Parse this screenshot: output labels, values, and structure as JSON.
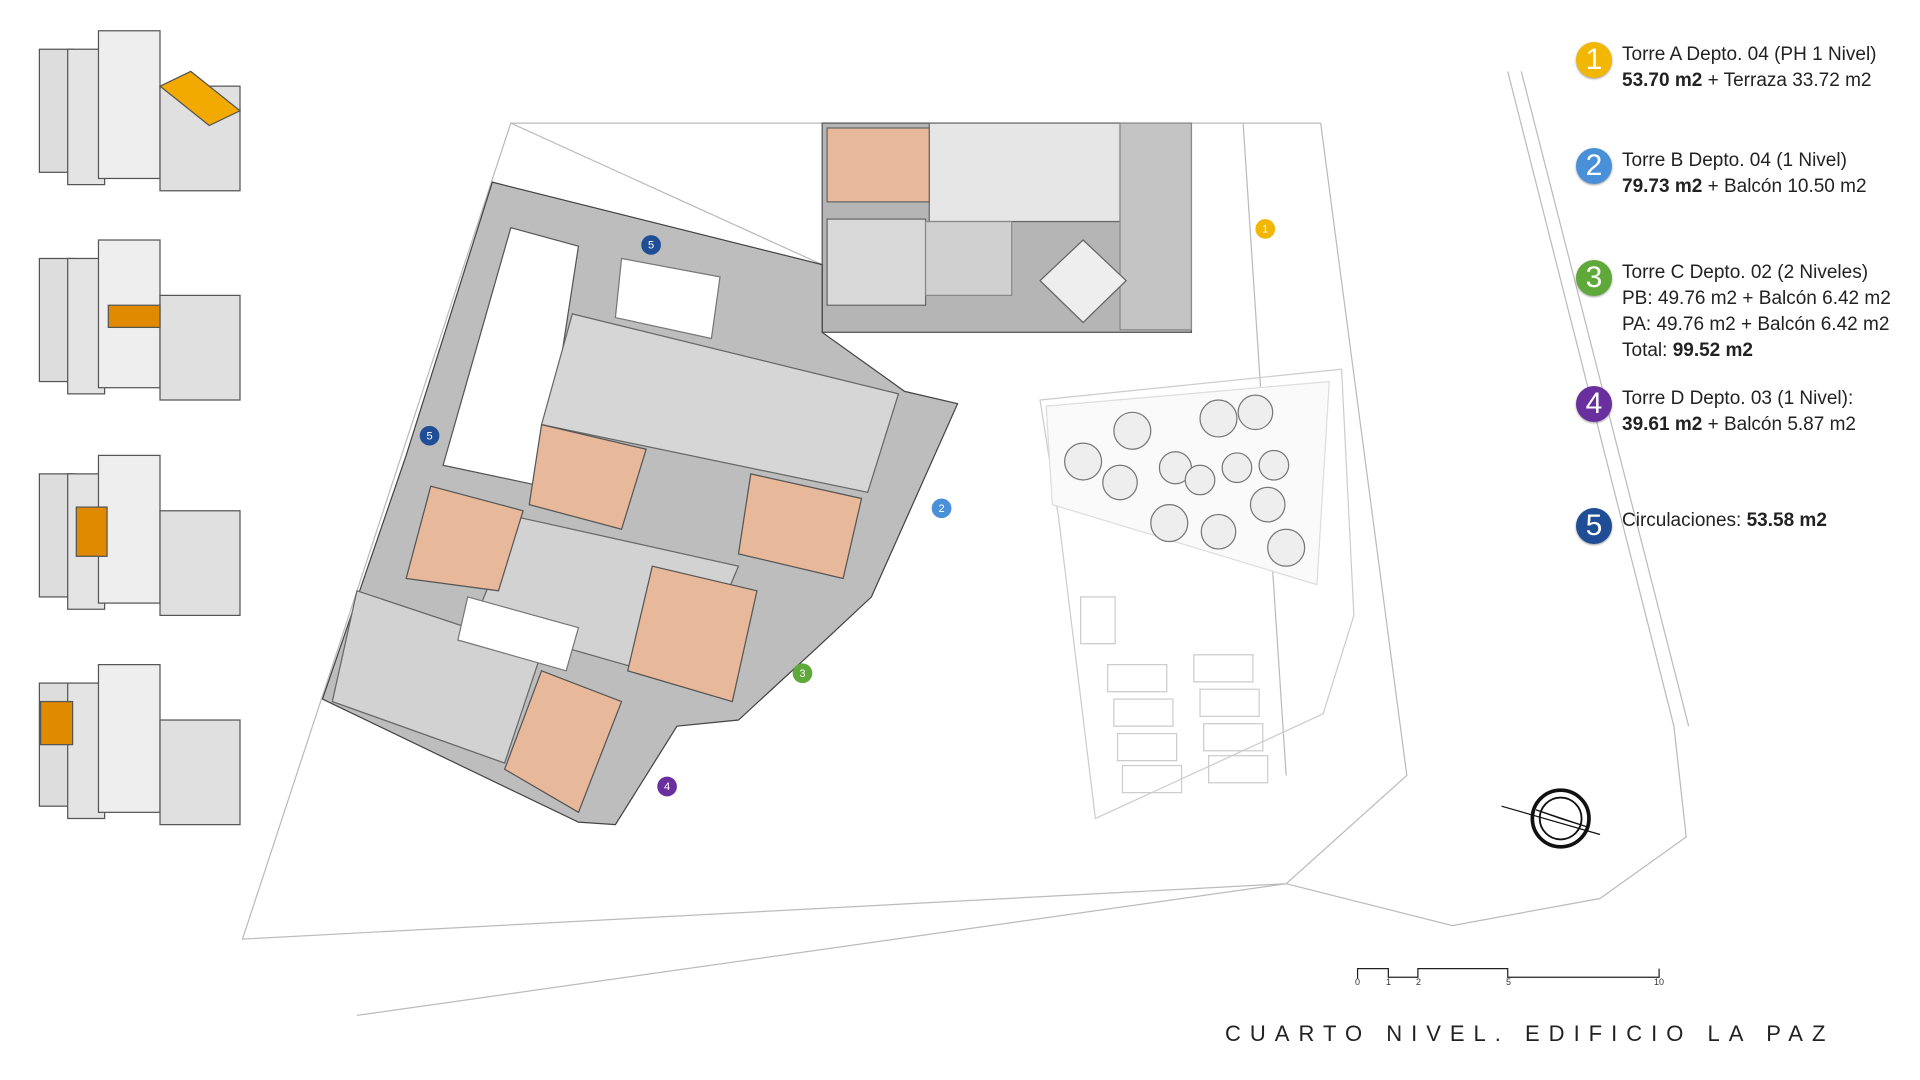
{
  "title": "CUARTO NIVEL. EDIFICIO LA PAZ",
  "legend": [
    {
      "num": "1",
      "color": "#f2b705",
      "lines": [
        [
          "Torre A Depto. 04 (PH 1 Nivel)",
          ""
        ],
        [
          "",
          "53.70 m2",
          " + Terraza 33.72 m2"
        ]
      ]
    },
    {
      "num": "2",
      "color": "#4a90d9",
      "lines": [
        [
          "Torre B Depto. 04 (1 Nivel)",
          ""
        ],
        [
          "",
          "79.73 m2",
          " + Balcón 10.50 m2"
        ]
      ]
    },
    {
      "num": "3",
      "color": "#5fa83a",
      "lines": [
        [
          "Torre C Depto. 02 (2 Niveles)",
          ""
        ],
        [
          "PB: 49.76 m2 + Balcón 6.42 m2",
          ""
        ],
        [
          "PA: 49.76 m2 + Balcón 6.42 m2",
          ""
        ],
        [
          "Total: ",
          "99.52 m2",
          ""
        ]
      ]
    },
    {
      "num": "4",
      "color": "#6a2f9e",
      "lines": [
        [
          "Torre D Depto. 03 (1 Nivel):",
          ""
        ],
        [
          "",
          "39.61 m2",
          " + Balcón 5.87 m2"
        ]
      ]
    },
    {
      "num": "5",
      "color": "#1f4e96",
      "lines": [
        [
          "Circulaciones: ",
          "53.58 m2",
          ""
        ]
      ]
    }
  ],
  "scale_bar": {
    "ticks": [
      "0",
      "1",
      "2",
      "5",
      "10"
    ]
  },
  "markers": [
    "1",
    "2",
    "3",
    "4",
    "5",
    "5"
  ]
}
